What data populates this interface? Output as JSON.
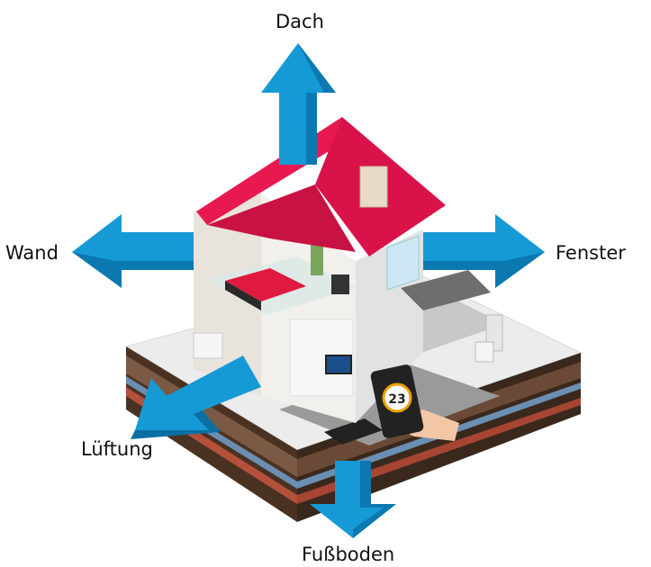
{
  "labels": {
    "roof": "Dach",
    "wall": "Wand",
    "window": "Fenster",
    "ventilation": "Lüftung",
    "floor": "Fußboden"
  },
  "thermostat": {
    "reading": "23"
  },
  "colors": {
    "arrow": "#169ad6",
    "arrow_dark": "#0b6fa3",
    "roof": "#e8194f",
    "soil": "#3e2a1e",
    "base": "#efefef"
  }
}
